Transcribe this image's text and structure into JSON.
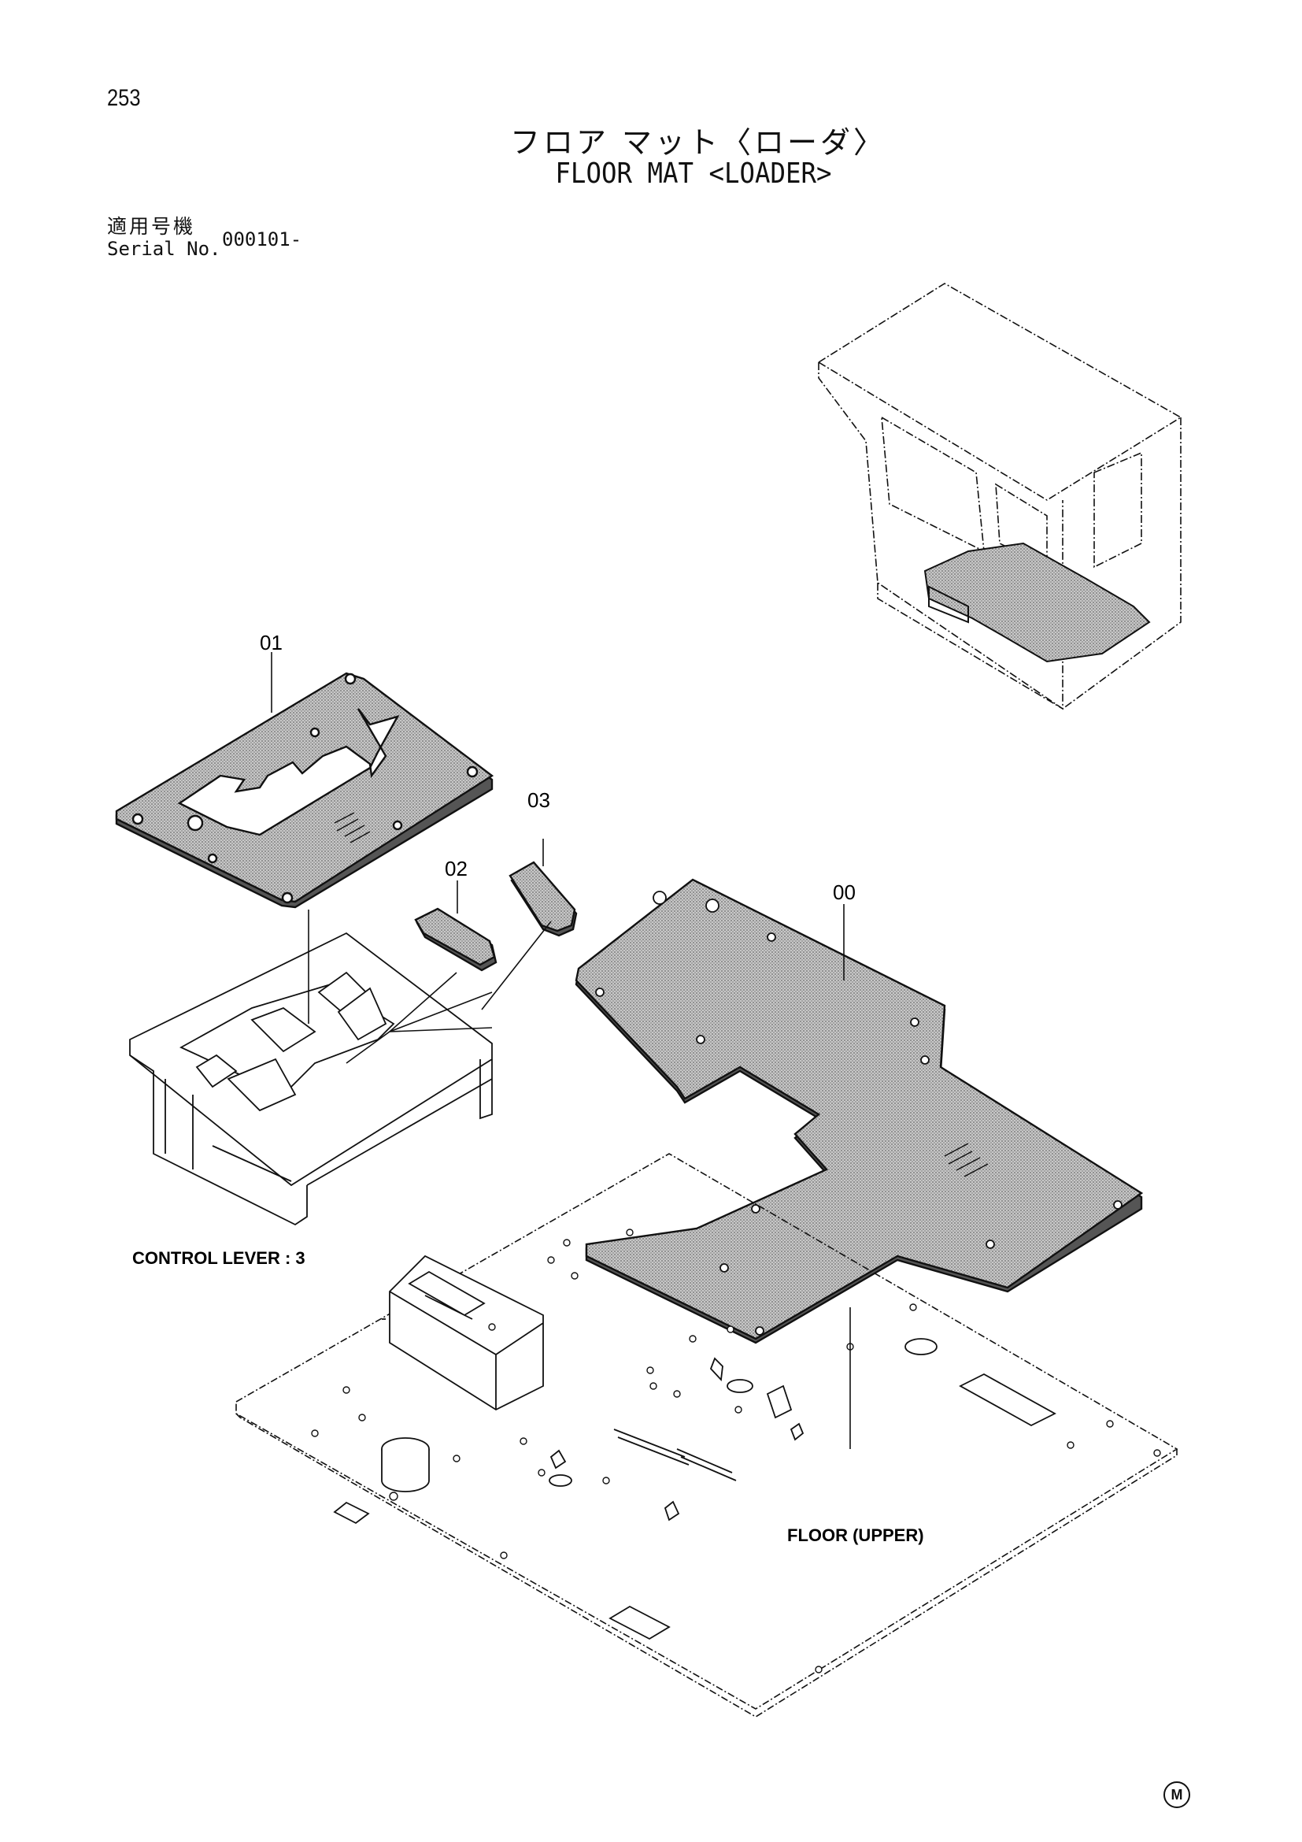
{
  "page_number": "253",
  "title_jp": "フロア マット〈ローダ〉",
  "title_en": "FLOOR MAT <LOADER>",
  "serial": {
    "label_jp": "適用号機",
    "label_en": "Serial No.",
    "value": "000101-"
  },
  "callouts": {
    "p00": "00",
    "p01": "01",
    "p02": "02",
    "p03": "03"
  },
  "assembly_labels": {
    "control_lever": "CONTROL LEVER : 3",
    "floor_upper": "FLOOR (UPPER)"
  },
  "maker_mark": "M",
  "colors": {
    "line": "#111111",
    "mat_fill": "#b8b8b8"
  }
}
